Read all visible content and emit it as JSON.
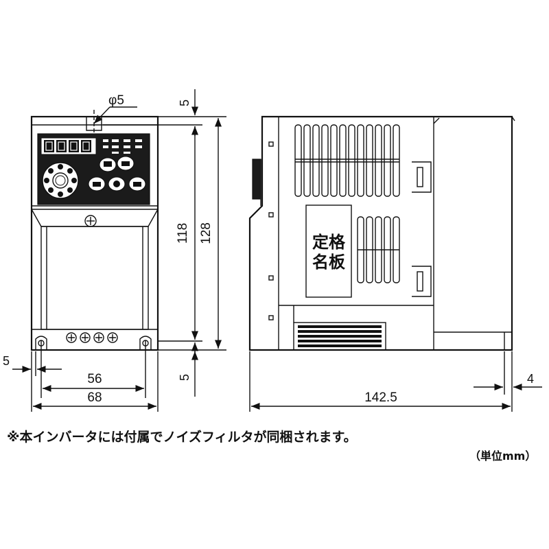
{
  "dimensions": {
    "phi": "φ5",
    "top_offset": "5",
    "h118": "118",
    "h128": "128",
    "bottom_offset": "5",
    "left_offset": "5",
    "w56": "56",
    "w68": "68",
    "depth": "142.5",
    "right_offset": "4"
  },
  "nameplate": {
    "line1": "定格",
    "line2": "名板"
  },
  "footnote": "※本インバータには付属でノイズフィルタが同梱されます。",
  "unit_note": "（単位mm）"
}
